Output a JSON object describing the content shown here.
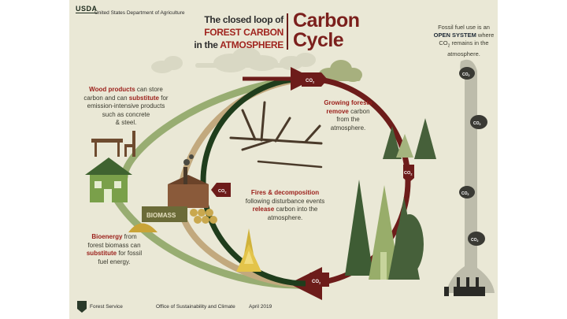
{
  "header": {
    "org_abbr": "USDA",
    "org_name": "United States Department of Agriculture",
    "title_line1": "The closed loop of",
    "title_line2_hl": "FOREST CARBON",
    "title_line3_pre": "in the",
    "title_line3_hl": "ATMOSPHERE",
    "title_big_1": "Carbon",
    "title_big_2": "Cycle"
  },
  "fossil": {
    "text_1": "Fossil fuel use is an",
    "text_hl": "OPEN SYSTEM",
    "text_2": "where",
    "text_3": "CO",
    "text_3_sub": "2",
    "text_4": "remains in the",
    "text_5": "atmosphere."
  },
  "labels": {
    "co2": "CO",
    "co2_sub": "2",
    "biomass": "BIOMASS"
  },
  "captions": {
    "wood_hl1": "Wood products",
    "wood_1": "can store",
    "wood_2": "carbon and can",
    "wood_hl2": "substitute",
    "wood_3": "for",
    "wood_4": "emission-intensive products",
    "wood_5": "such as concrete",
    "wood_6": "& steel.",
    "grow_hl1": "Growing forests",
    "grow_hl2": "remove",
    "grow_1": "carbon",
    "grow_2": "from the",
    "grow_3": "atmosphere.",
    "fire_hl1": "Fires & decomposition",
    "fire_1": "following disturbance events",
    "fire_hl2": "release",
    "fire_2": "carbon into the",
    "fire_3": "atmosphere.",
    "bio_hl1": "Bioenergy",
    "bio_1": "from",
    "bio_2": "forest biomass can",
    "bio_hl2": "substitute",
    "bio_3": "for fossil",
    "bio_4": "fuel energy."
  },
  "footer": {
    "agency": "Forest Service",
    "office": "Office of Sustainability and Climate",
    "date": "April 2019"
  },
  "colors": {
    "panel_bg": "#eae8d6",
    "cycle_arrow": "#6d1c1a",
    "left_arrow": "#1f3d1c",
    "wood_arc": "#98ad72",
    "biomass_arc": "#c2a97e",
    "accent_red": "#9b1f1a",
    "tree_dark": "#46603a",
    "tree_light": "#a4b47e",
    "cloud": "#d9d8c4",
    "smoke": "#4a4a42",
    "stack": "#bdbcab"
  }
}
